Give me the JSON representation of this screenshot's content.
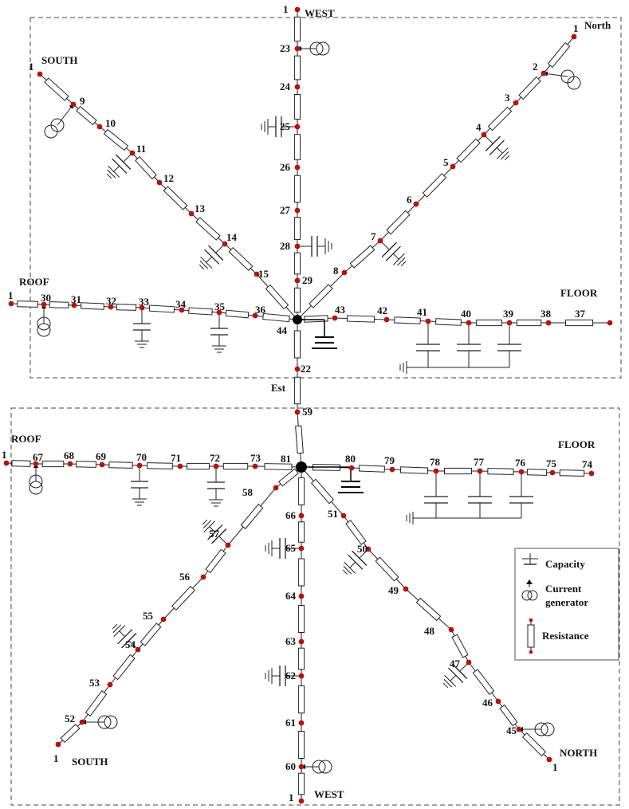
{
  "directions": {
    "top_west": "WEST",
    "top_north": "North",
    "top_south": "SOUTH",
    "top_roof": "ROOF",
    "top_floor": "FLOOR",
    "est": "Est",
    "bottom_roof": "ROOF",
    "bottom_floor": "FLOOR",
    "bottom_south": "SOUTH",
    "bottom_north": "NORTH",
    "bottom_west": "WEST"
  },
  "legend": {
    "capacity": "Capacity",
    "current_generator_1": "Current",
    "current_generator_2": "generator",
    "resistance": "Resistance"
  },
  "colors": {
    "node": "#b3140f",
    "hub": "#000000",
    "line": "#222222"
  },
  "branches": [
    {
      "id": "west-top",
      "nodes": [
        "1",
        "23",
        "24",
        "25",
        "26",
        "27",
        "28",
        "29"
      ]
    },
    {
      "id": "north-top",
      "nodes": [
        "1",
        "2",
        "3",
        "4",
        "5",
        "6",
        "7",
        "8"
      ]
    },
    {
      "id": "south-top",
      "nodes": [
        "1",
        "9",
        "10",
        "11",
        "12",
        "13",
        "14",
        "15"
      ]
    },
    {
      "id": "roof-top",
      "nodes": [
        "1",
        "30",
        "31",
        "32",
        "33",
        "34",
        "35",
        "36"
      ]
    },
    {
      "id": "floor-top",
      "nodes": [
        "43",
        "42",
        "41",
        "40",
        "39",
        "38",
        "37"
      ]
    },
    {
      "id": "trunk",
      "nodes": [
        "44",
        "22",
        "59",
        "81"
      ]
    },
    {
      "id": "roof-bottom",
      "nodes": [
        "1",
        "67",
        "68",
        "69",
        "70",
        "71",
        "72",
        "73"
      ]
    },
    {
      "id": "floor-bottom",
      "nodes": [
        "80",
        "79",
        "78",
        "77",
        "76",
        "75",
        "74"
      ]
    },
    {
      "id": "south-bottom",
      "nodes": [
        "58",
        "57",
        "56",
        "55",
        "54",
        "53",
        "52",
        "1"
      ]
    },
    {
      "id": "west-bottom",
      "nodes": [
        "66",
        "65",
        "64",
        "63",
        "62",
        "61",
        "60",
        "1"
      ]
    },
    {
      "id": "north-bottom",
      "nodes": [
        "51",
        "50",
        "49",
        "48",
        "47",
        "46",
        "45",
        "1"
      ]
    }
  ]
}
